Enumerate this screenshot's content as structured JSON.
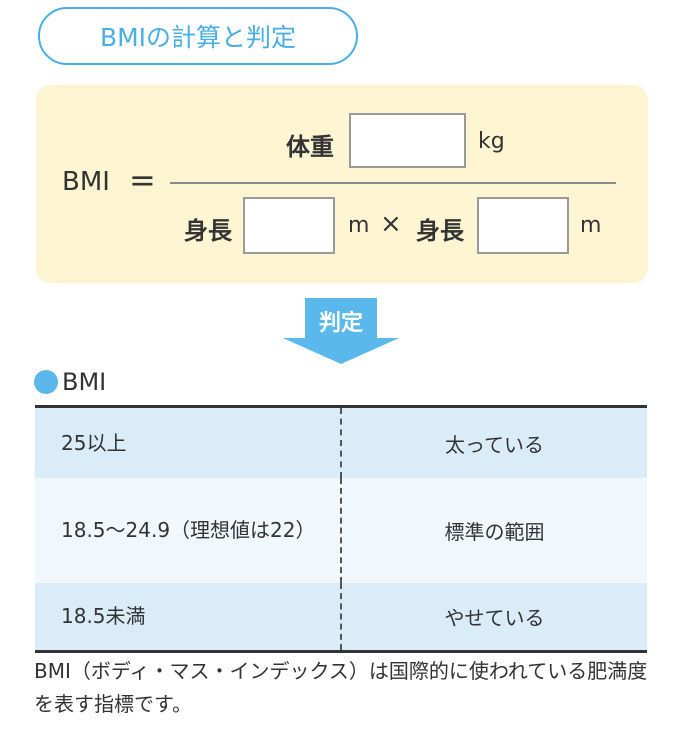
{
  "title": "BMIの計算と判定",
  "formula": {
    "bmi_label": "BMI",
    "equals": "=",
    "numerator_label": "体重",
    "numerator_unit": "kg",
    "denominator_label_1": "身長",
    "denominator_unit_1": "m",
    "times": "×",
    "denominator_label_2": "身長",
    "denominator_unit_2": "m"
  },
  "arrow_label": "判定",
  "section_label": "BMI",
  "table": {
    "rows": [
      {
        "range": "25以上",
        "result": "太っている"
      },
      {
        "range": "18.5〜24.9（理想値は22）",
        "result": "標準の範囲"
      },
      {
        "range": "18.5未満",
        "result": "やせている"
      }
    ]
  },
  "note": "BMI（ボディ・マス・インデックス）は国際的に使われている肥満度を表す指標です。",
  "colors": {
    "accent": "#4aaee6",
    "formula_bg": "#fdf5d2",
    "row_dark": "#dbecf9",
    "row_light": "#f0f7fd"
  }
}
